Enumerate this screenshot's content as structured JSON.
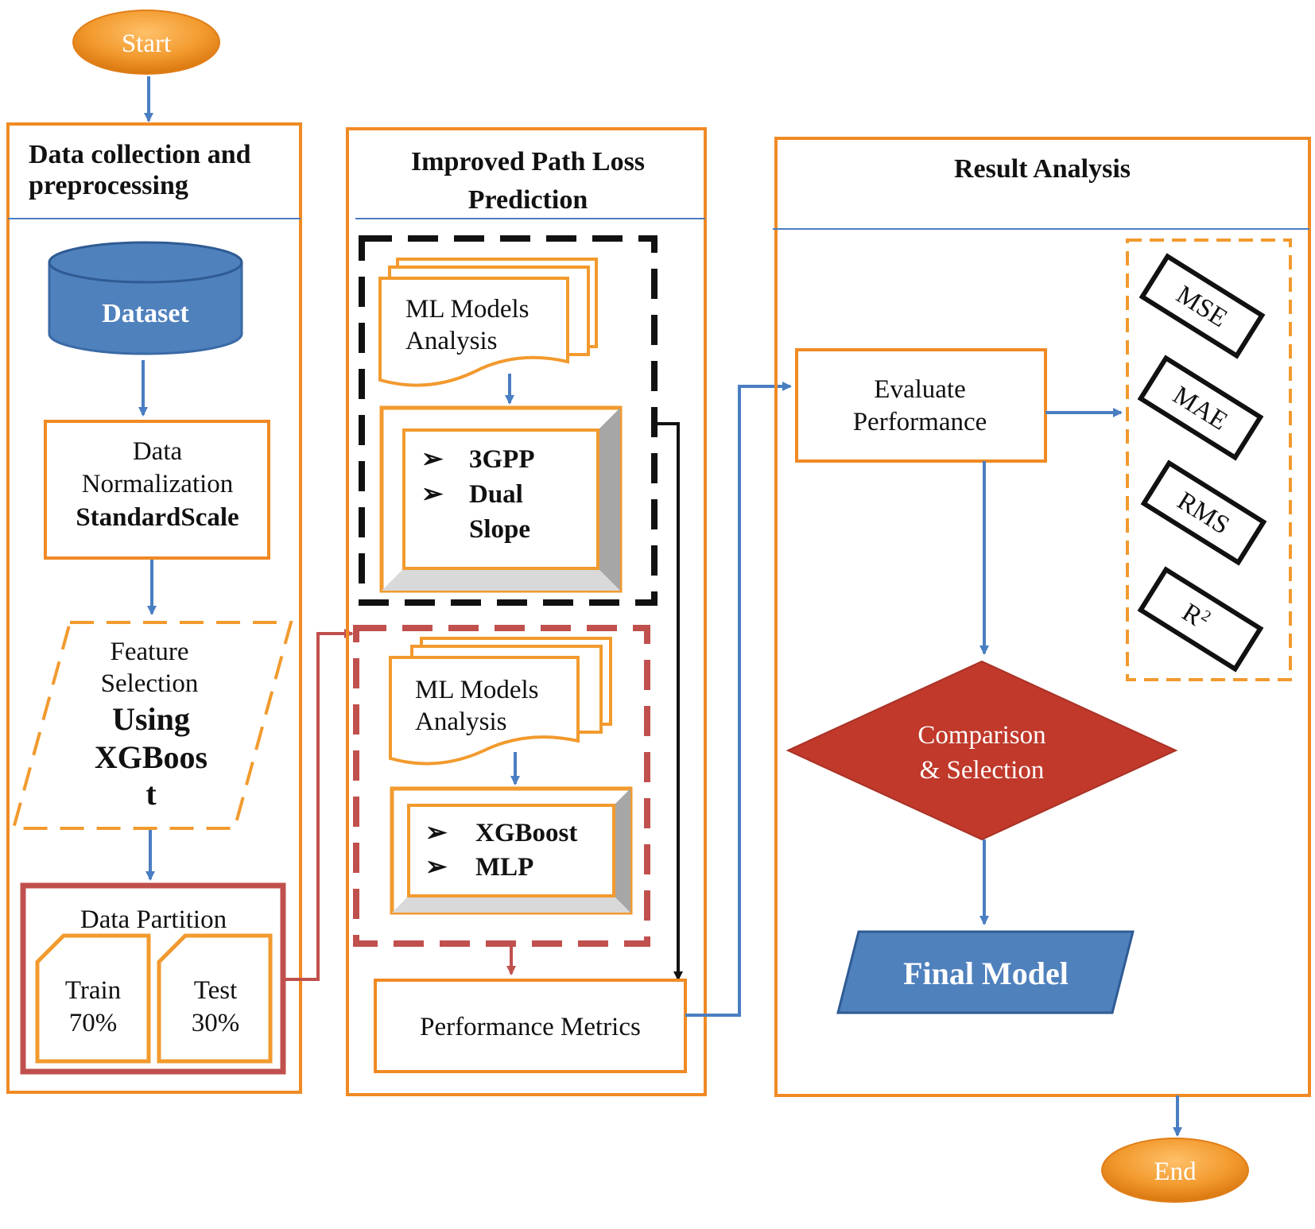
{
  "colors": {
    "orange": "#f08a24",
    "orange_fill": "#f29a2e",
    "blue": "#4a7ec2",
    "blue_fill": "#4f81bd",
    "dark_red": "#c0504d",
    "diamond_red": "#c0392b",
    "black": "#111111",
    "gray": "#a6a6a6",
    "light_gray": "#d9d9d9"
  },
  "terminals": {
    "start": "Start",
    "end": "End"
  },
  "panel1": {
    "title_line1": "Data collection and",
    "title_line2": "preprocessing",
    "dataset": "Dataset",
    "normalization": {
      "line1": "Data",
      "line2": "Normalization",
      "line3": "StandardScale"
    },
    "feature": {
      "line1": "Feature",
      "line2": "Selection",
      "line3": "Using",
      "line4": "XGBoos",
      "line5": "t"
    },
    "partition": {
      "title": "Data Partition",
      "train_label": "Train",
      "train_pct": "70%",
      "test_label": "Test",
      "test_pct": "30%"
    }
  },
  "panel2": {
    "title_line1": "Improved Path Loss",
    "title_line2": "Prediction",
    "group1": {
      "doc_line1": "ML Models",
      "doc_line2": "Analysis",
      "bullet_glyph": "➢",
      "item1": "3GPP",
      "item2_line1": "Dual",
      "item2_line2": "Slope"
    },
    "group2": {
      "doc_line1": "ML Models",
      "doc_line2": "Analysis",
      "bullet_glyph": "➢",
      "item1": "XGBoost",
      "item2": "MLP"
    },
    "metrics": "Performance Metrics"
  },
  "panel3": {
    "title": "Result Analysis",
    "evaluate_line1": "Evaluate",
    "evaluate_line2": "Performance",
    "metrics": [
      "MSE",
      "MAE",
      "RMS",
      "R"
    ],
    "r2_superscript": "2",
    "comparison_line1": "Comparison",
    "comparison_line2": "& Selection",
    "final_model": "Final Model"
  }
}
